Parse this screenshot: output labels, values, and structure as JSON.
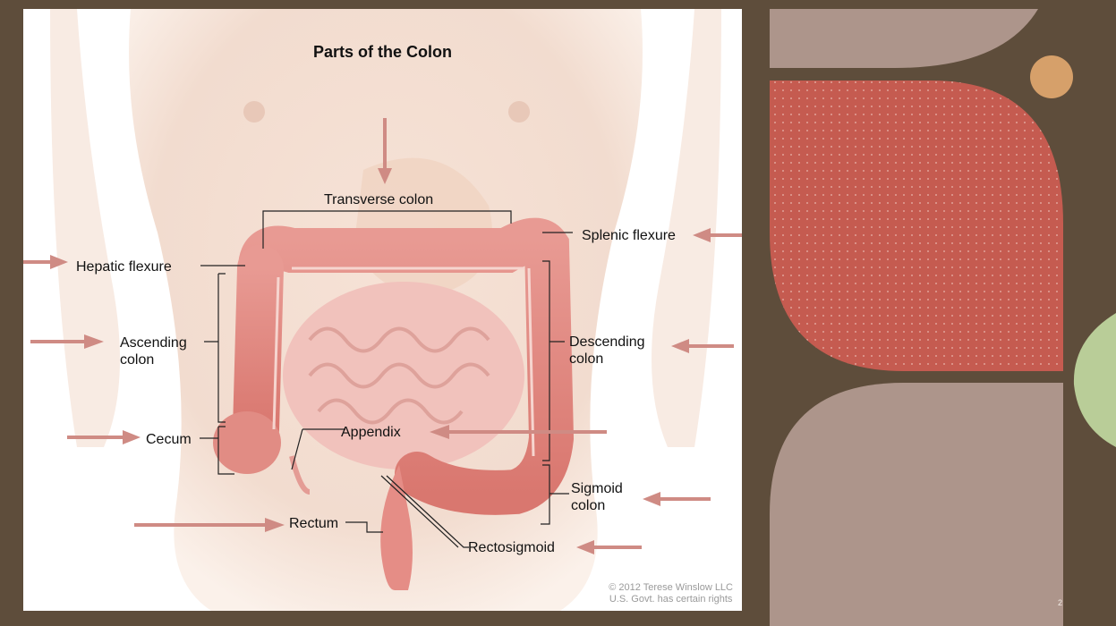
{
  "slide": {
    "page_number": "2",
    "colors": {
      "background": "#5e4d3b",
      "shape_mauve": "#ad958b",
      "shape_red": "#c55b50",
      "dot_orange": "#d6a06a",
      "leaf_green": "#b9cd98",
      "arrow": "#cf8b84"
    }
  },
  "figure": {
    "title": "Parts of the Colon",
    "labels": {
      "transverse_colon": "Transverse colon",
      "splenic_flexure": "Splenic flexure",
      "hepatic_flexure": "Hepatic flexure",
      "ascending_colon_1": "Ascending",
      "ascending_colon_2": "colon",
      "descending_colon_1": "Descending",
      "descending_colon_2": "colon",
      "cecum": "Cecum",
      "appendix": "Appendix",
      "sigmoid_colon_1": "Sigmoid",
      "sigmoid_colon_2": "colon",
      "rectum": "Rectum",
      "rectosigmoid": "Rectosigmoid"
    },
    "credit_line1": "© 2012 Terese Winslow LLC",
    "credit_line2": "U.S. Govt. has certain rights"
  }
}
